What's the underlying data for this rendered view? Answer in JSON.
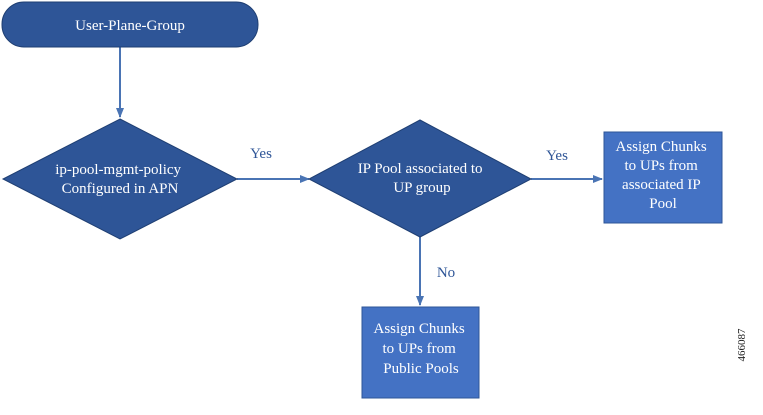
{
  "diagram": {
    "colors": {
      "shape_fill": "#2e5597",
      "box_fill": "#4472c4",
      "connector": "#4a74b4",
      "text": "#ffffff",
      "label": "#2e5597"
    },
    "nodes": {
      "start": {
        "shape": "rounded-rectangle",
        "label": "User-Plane-Group"
      },
      "decision_policy": {
        "shape": "diamond",
        "lines": [
          "ip-pool-mgmt-policy",
          "Configured in APN"
        ]
      },
      "decision_pool": {
        "shape": "diamond",
        "lines": [
          "IP Pool associated to",
          "UP group"
        ]
      },
      "assign_associated": {
        "shape": "rectangle",
        "lines": [
          "Assign Chunks",
          "to UPs from",
          "associated IP",
          "Pool"
        ]
      },
      "assign_public": {
        "shape": "rectangle",
        "lines": [
          "Assign Chunks",
          "to UPs from",
          "Public Pools"
        ]
      }
    },
    "edges": [
      {
        "from": "start",
        "to": "decision_policy",
        "label": ""
      },
      {
        "from": "decision_policy",
        "to": "decision_pool",
        "label": "Yes"
      },
      {
        "from": "decision_pool",
        "to": "assign_associated",
        "label": "Yes"
      },
      {
        "from": "decision_pool",
        "to": "assign_public",
        "label": "No"
      }
    ],
    "figure_id": "466087"
  }
}
